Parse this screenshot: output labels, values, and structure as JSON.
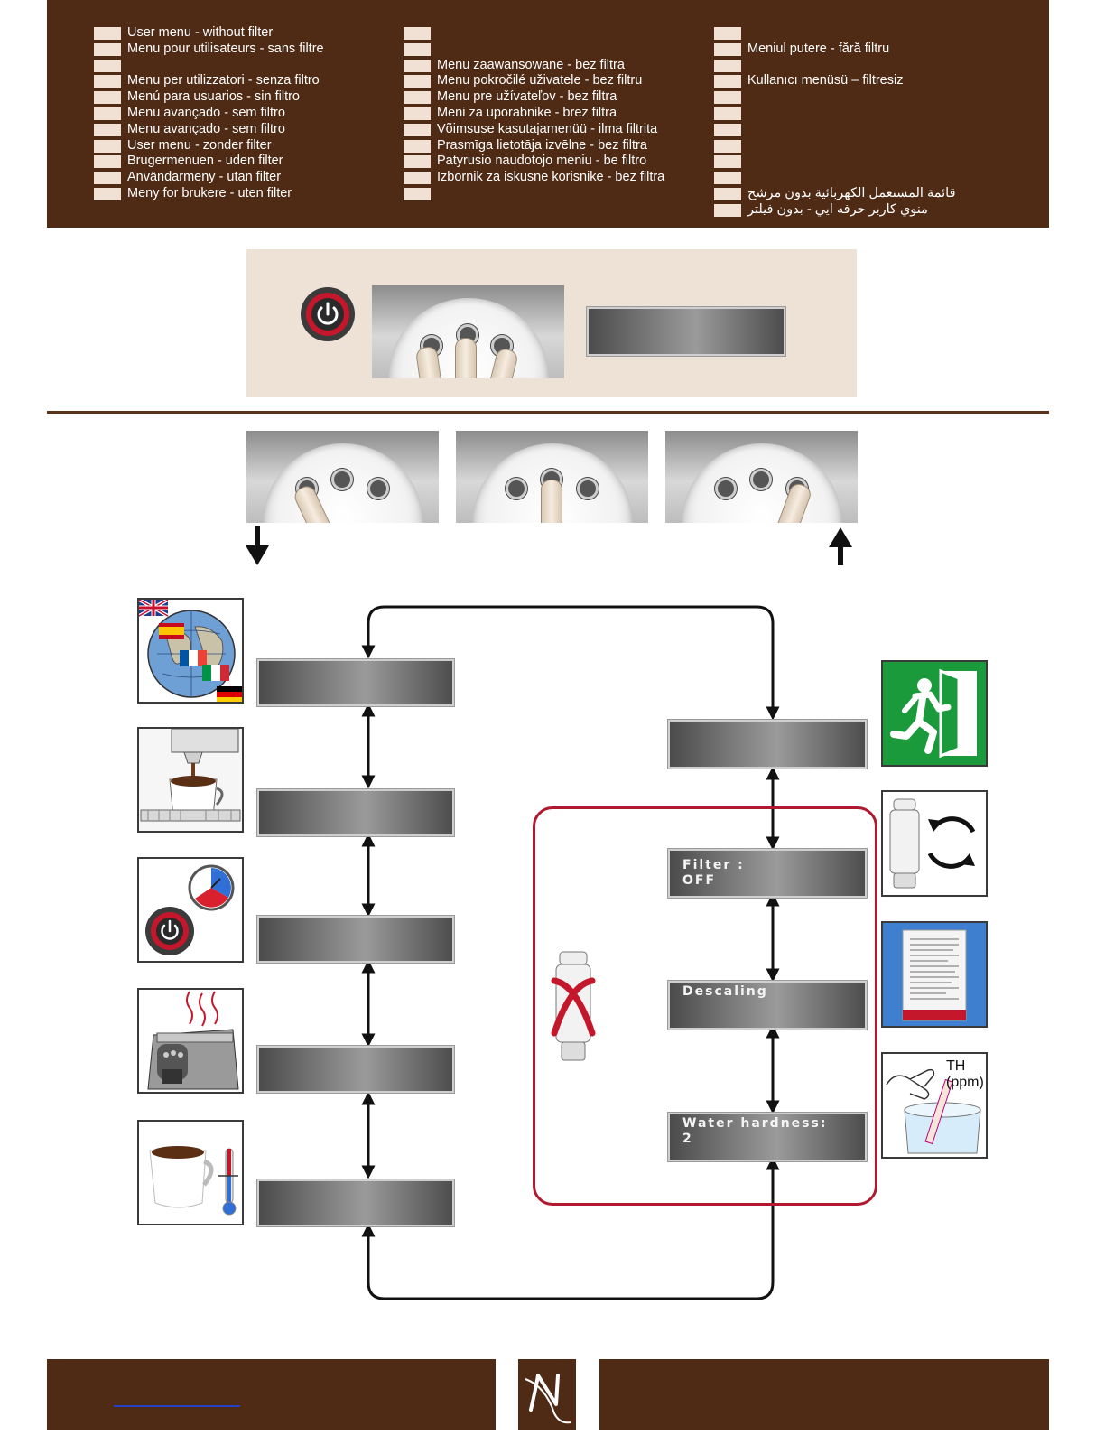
{
  "header": {
    "col1": [
      "User menu - without filter",
      "Menu pour utilisateurs - sans filtre",
      "",
      "Menu per utilizzatori - senza filtro",
      "Menú para usuarios - sin filtro",
      "Menu avançado - sem filtro",
      "Menu avançado - sem filtro",
      "User menu - zonder filter",
      "Brugermenuen - uden filter",
      "Användarmeny - utan filter",
      "Meny for brukere - uten filter"
    ],
    "col2": [
      "",
      "",
      "Menu zaawansowane - bez filtra",
      "Menu pokročilé uživatele - bez filtru",
      "Menu pre užívateľov - bez filtra",
      "Meni za uporabnike - brez filtra",
      "Võimsuse kasutajamenüü - ilma filtrita",
      "Prasmīga lietotāja izvēlne - bez filtra",
      "Patyrusio naudotojo meniu - be filtro",
      "Izbornik za iskusne korisnike - bez filtra",
      ""
    ],
    "col3": [
      "",
      "Meniul putere - fără filtru",
      "",
      "Kullanıcı menüsü – filtresiz",
      "",
      "",
      "",
      "",
      "",
      "",
      "قائمة المستعمل الكهربائية   بدون مرشح",
      "منوي كاربر حرفه ايي - بدون فيلتر"
    ]
  },
  "displays": {
    "filter": "Filter :",
    "filter_value": "OFF",
    "descaling": "Descaling",
    "water_hardness": "Water hardness:",
    "water_hardness_value": "2"
  },
  "icons": {
    "test_strip_label": "TH",
    "test_strip_unit": "(ppm)"
  },
  "colors": {
    "header_brown": "#4f2a14",
    "panel_beige": "#eee2d6",
    "power_red": "#c4172c",
    "frame_red": "#b0192f",
    "exit_green": "#1a9a3a"
  }
}
